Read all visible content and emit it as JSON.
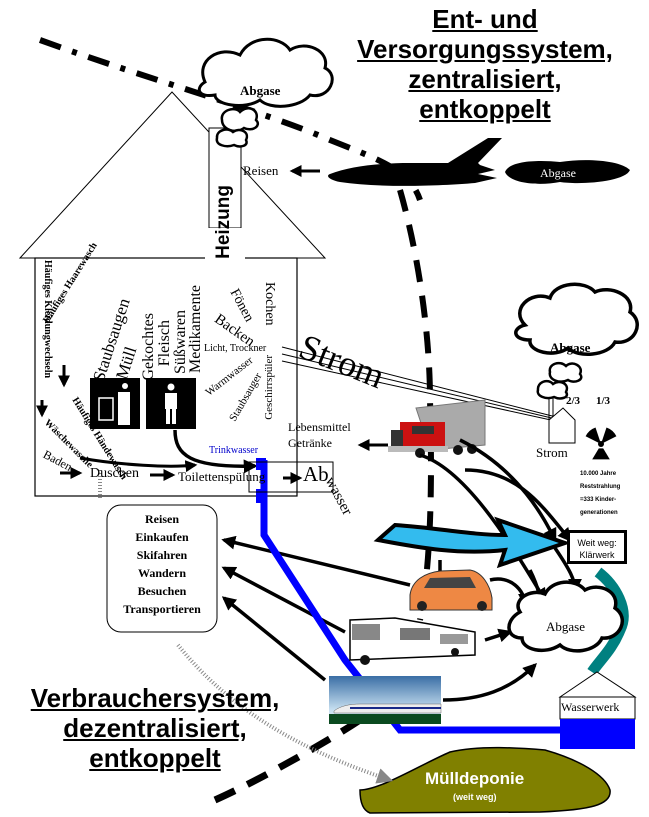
{
  "titles": {
    "supply_system": [
      "Ent- und",
      "Versorgungssystem,",
      "zentralisiert,",
      "entkoppelt"
    ],
    "consumer_system": [
      "Verbrauchersystem,",
      "dezentralisiert,",
      "entkoppelt"
    ]
  },
  "house": {
    "chimney_label": "Heizung",
    "activities_left": {
      "kleidung": "Häufiges Kleidungwechseln",
      "haarewasch": "Häufiges Haarewasch",
      "staubsaugen": "Staubsaugen",
      "muell": "Müll",
      "haendewasch": "Häufiges Händewasch",
      "waeschewasche": "Wäschewasche",
      "baden": "Baden",
      "duschen": "Duschen",
      "toilettenspuelung": "Toilettenspülung"
    },
    "food_column": [
      "Gekochtes",
      "Fleisch",
      "Süßwaren",
      "Medikamente"
    ],
    "electric_uses": {
      "kochen": "Kochen",
      "foenen": "Fönen",
      "backen": "Backen",
      "licht": "Licht, Trockner",
      "warmwasser": "Warmwasser",
      "staubsauger": "Staubsauger",
      "geschirrspueler": "Geschirrspüler"
    },
    "trinkwasser": "Trinkwasser",
    "abwasser": "Abwasser"
  },
  "labels": {
    "abgase_house": "Abgase",
    "reisen_arrow": "Reisen",
    "abgase_plane": "Abgase",
    "strom_big": "Strom",
    "lebensmittel": "Lebensmittel",
    "getraenke": "Getränke",
    "abgase_plant": "Abgase",
    "fraction_two_thirds": "2/3",
    "fraction_one_third": "1/3",
    "strom_plant": "Strom",
    "nuclear_note": [
      "10.000 Jahre",
      "Reststrahlung",
      "=333 Kinder-",
      "generationen"
    ],
    "klaerwerk": [
      "Weit weg:",
      "Klärwerk"
    ],
    "abgase_vehicles": "Abgase",
    "wasserwerk": "Wasserwerk",
    "muelldeponie": "Mülldeponie",
    "muelldeponie_sub": "(weit weg)"
  },
  "activities_box": [
    "Reisen",
    "Einkaufen",
    "Skifahren",
    "Wandern",
    "Besuchen",
    "Transportieren"
  ],
  "colors": {
    "water_pipe": "#0000ff",
    "trinkwasser_text": "#0000cc",
    "abwasser_arrow": "#33bbee",
    "river": "#008080",
    "landfill": "#808000",
    "truck_red": "#cc1111",
    "car_orange": "#ee8844"
  }
}
